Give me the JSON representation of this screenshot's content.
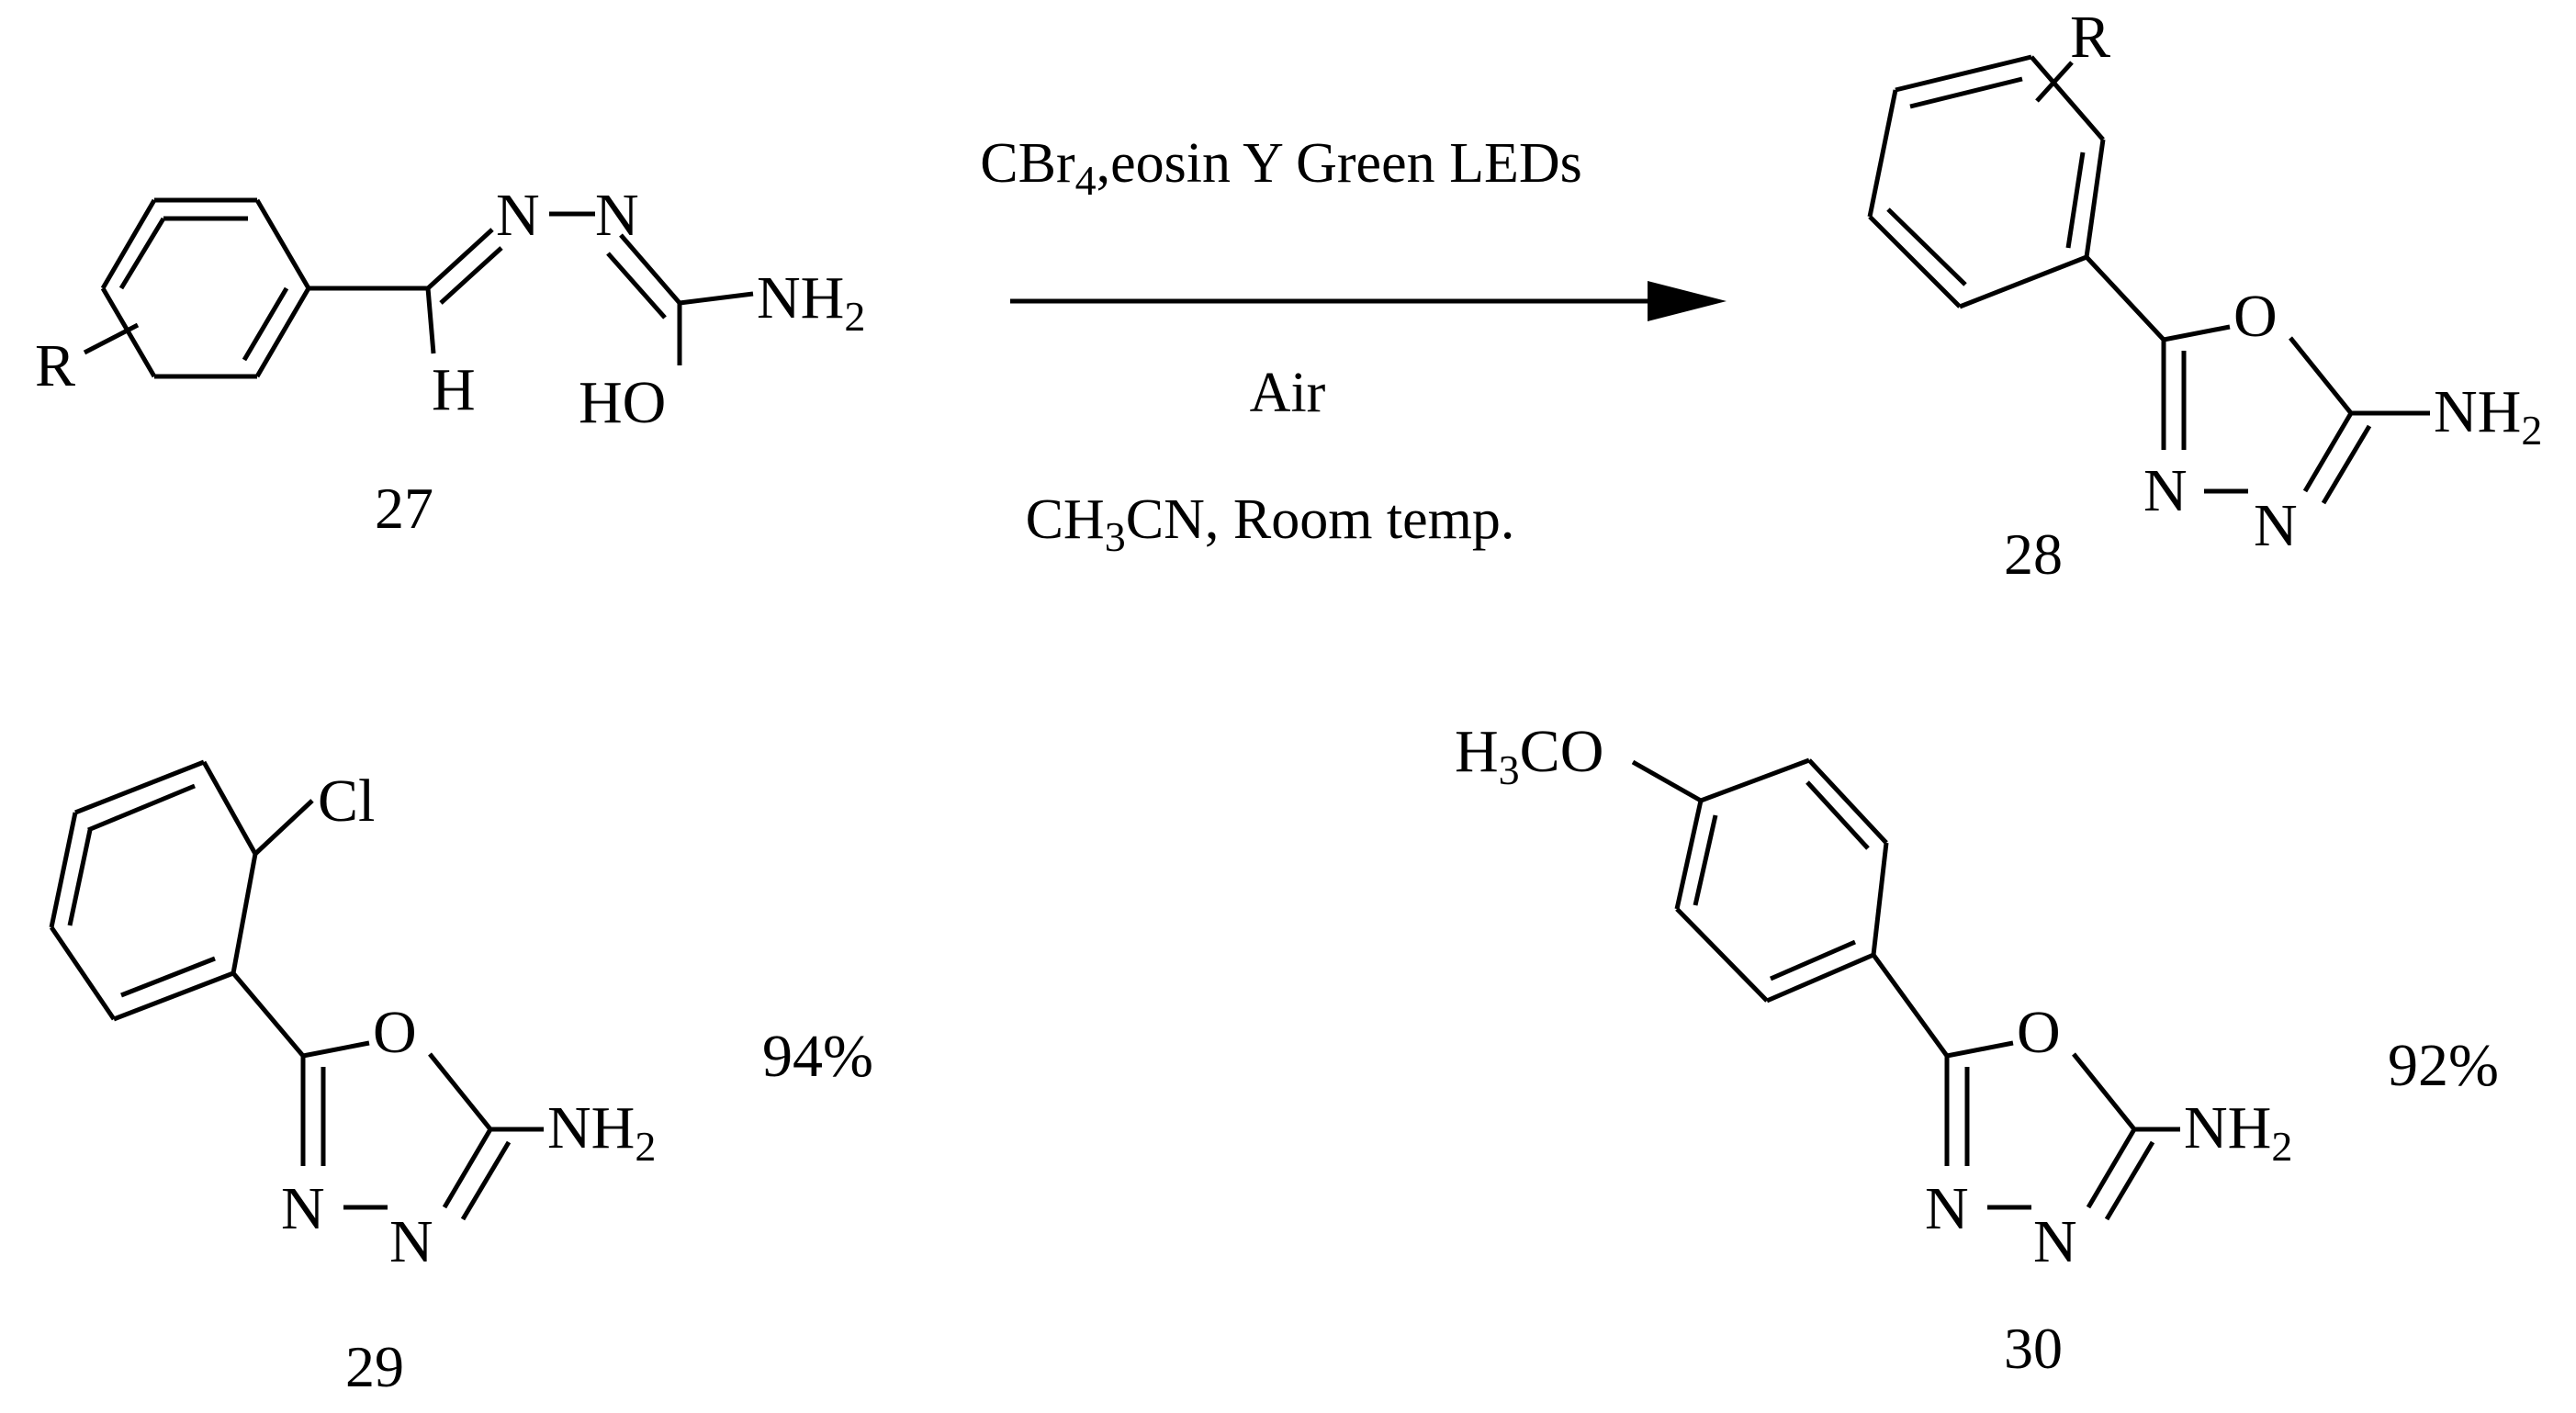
{
  "reaction": {
    "reagent_line": {
      "main": "CBr",
      "sub": "4",
      "rest": ",eosin Y Green LEDs"
    },
    "atmosphere": "Air",
    "solvent_line": {
      "a": "CH",
      "sub": "3",
      "b": "CN, Room temp."
    }
  },
  "compounds": {
    "c27": {
      "number": "27",
      "labels": {
        "r": "R",
        "n1": "N",
        "n2": "N",
        "nh": "NH",
        "nh_sub": "2",
        "h": "H",
        "ho": "HO"
      }
    },
    "c28": {
      "number": "28",
      "labels": {
        "r": "R",
        "o": "O",
        "nh": "NH",
        "nh_sub": "2",
        "n3": "N",
        "n4": "N"
      }
    },
    "c29": {
      "number": "29",
      "yield": "94%",
      "labels": {
        "cl": "Cl",
        "o": "O",
        "nh": "NH",
        "nh_sub": "2",
        "n3": "N",
        "n4": "N"
      }
    },
    "c30": {
      "number": "30",
      "yield": "92%",
      "labels": {
        "h": "H",
        "h_sub": "3",
        "co": "CO",
        "o": "O",
        "nh": "NH",
        "nh_sub": "2",
        "n3": "N",
        "n4": "N"
      }
    }
  }
}
